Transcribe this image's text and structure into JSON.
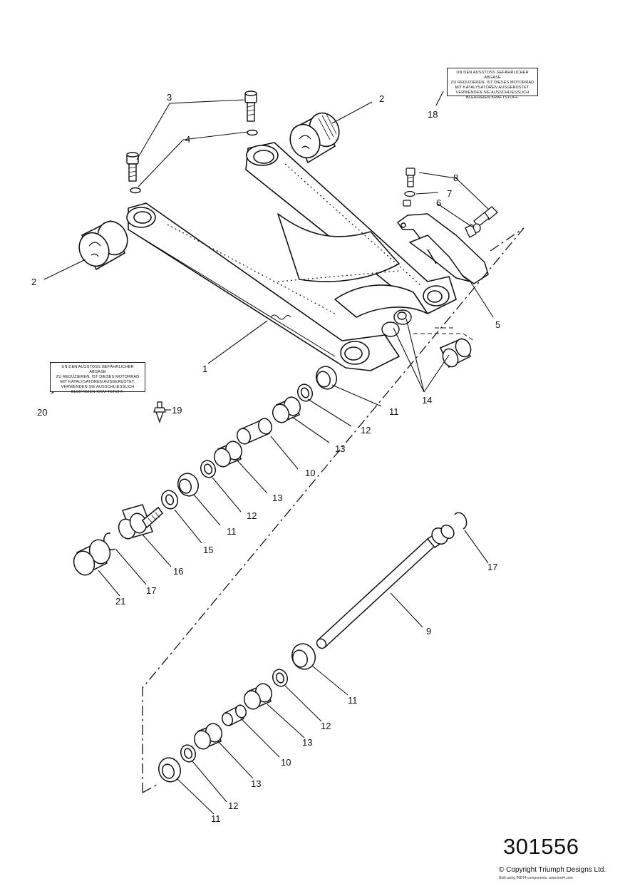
{
  "diagram": {
    "part_number": "301556",
    "copyright": "© Copyright Triumph Designs Ltd.",
    "copyright_small": "Built using INET4 components. www.inet4.com",
    "label_18_lines": [
      "UN DEN AUSSTOSS GEFÄHRLICHER ABGASE",
      "ZU REDUZIEREN, IST DIESES MOTORRAD",
      "MIT KATALYSATOREN AUSGERÜSTET.",
      "VERWENDEN SIE AUSSCHLIESSLICH",
      "BLEIFREIEN KRAFTSTOFF."
    ],
    "label_20_lines": [
      "UN DEN AUSSTOSS GEFÄHRLICHER ABGASE",
      "ZU REDUZIEREN, IST DIESES MOTORRAD",
      "MIT KATALYSATOREN AUSGERÜSTET.",
      "VERWENDEN SIE AUSSCHLIESSLICH",
      "BLEIFREIEN KRAFTSTOFF."
    ],
    "callouts": {
      "c1": "1",
      "c2a": "2",
      "c2b": "2",
      "c3": "3",
      "c4": "4",
      "c5": "5",
      "c6": "6",
      "c7": "7",
      "c8": "8",
      "c9": "9",
      "c10a": "10",
      "c10b": "10",
      "c11a": "11",
      "c11b": "11",
      "c11c": "11",
      "c11d": "11",
      "c12a": "12",
      "c12b": "12",
      "c12c": "12",
      "c12d": "12",
      "c13a": "13",
      "c13b": "13",
      "c13c": "13",
      "c13d": "13",
      "c14": "14",
      "c15": "15",
      "c16": "16",
      "c17a": "17",
      "c17b": "17",
      "c18": "18",
      "c19": "19",
      "c20": "20",
      "c21": "21"
    }
  }
}
